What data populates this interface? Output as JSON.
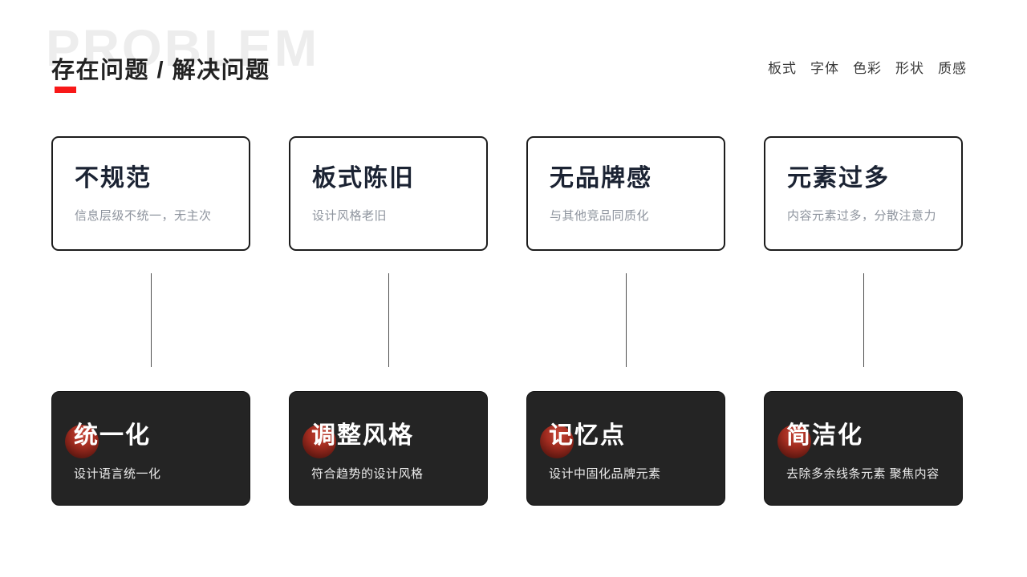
{
  "header": {
    "watermark": "PROBLEM",
    "title": "存在问题 / 解决问题",
    "nav": [
      "板式",
      "字体",
      "色彩",
      "形状",
      "质感"
    ]
  },
  "columns": [
    {
      "problem": {
        "title": "不规范",
        "desc": "信息层级不统一，无主次"
      },
      "solution": {
        "title": "统一化",
        "desc": "设计语言统一化"
      }
    },
    {
      "problem": {
        "title": "板式陈旧",
        "desc": "设计风格老旧"
      },
      "solution": {
        "title": "调整风格",
        "desc": "符合趋势的设计风格"
      }
    },
    {
      "problem": {
        "title": "无品牌感",
        "desc": "与其他竞品同质化"
      },
      "solution": {
        "title": "记忆点",
        "desc": "设计中固化品牌元素"
      }
    },
    {
      "problem": {
        "title": "元素过多",
        "desc": "内容元素过多，分散注意力"
      },
      "solution": {
        "title": "简洁化",
        "desc": "去除多余线条元素 聚焦内容"
      }
    }
  ],
  "colors": {
    "accent_red": "#f81818",
    "watermark_gray": "#ededed",
    "problem_title": "#1b2333",
    "problem_desc": "#8e949e",
    "solution_bg": "#242424",
    "solution_dot_red": "#a32c20",
    "connector": "#4f4f4f"
  }
}
